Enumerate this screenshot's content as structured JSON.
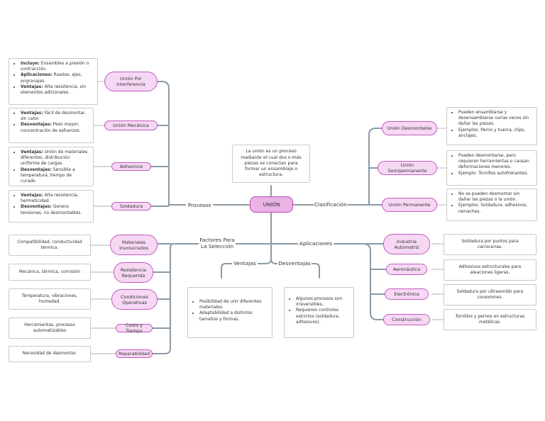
{
  "center": {
    "title": "UNIÓN",
    "definition": "La unión es un proceso mediante el cual dos o más piezas se conectan para formar un ensamblaje o estructura."
  },
  "branches": {
    "procesos": "Procesos",
    "clasificacion": "Clasificación",
    "factores": "Factores Para La Selección",
    "aplicaciones": "Aplicaciones",
    "ventajas": "Ventajas",
    "desventajas": "Desventajas"
  },
  "procesos": [
    {
      "label": "Unión Por Interferencia",
      "notes": [
        [
          "Incluye:",
          " Ensambles a presión o contracción."
        ],
        [
          "Aplicaciones:",
          " Ruedas, ejes, engranajes."
        ],
        [
          "Ventajas:",
          " Alta resistencia, sin elementos adicionales."
        ]
      ]
    },
    {
      "label": "Unión Mecánica",
      "notes": [
        [
          "Ventajas:",
          " Fácil de desmontar, sin calor."
        ],
        [
          "Desventajas:",
          " Peso mayor, concentración de esfuerzos."
        ]
      ]
    },
    {
      "label": "Adhesivos",
      "notes": [
        [
          "Ventajas:",
          " Unión de materiales diferentes, distribución uniforme de cargas."
        ],
        [
          "Desventajas:",
          " Sensible a temperatura, tiempo de curado."
        ]
      ]
    },
    {
      "label": "Soldadura",
      "notes": [
        [
          "Ventajas:",
          " Alta resistencia, hermeticidad."
        ],
        [
          "Desventajas:",
          " Genera tensiones, no desmontables."
        ]
      ]
    }
  ],
  "clasificacion": [
    {
      "label": "Unión Desmontable",
      "notes": [
        "Pueden ensamblarse y desensamblarse varias veces sin dañar las piezas.",
        "Ejemplos: Perno y tuerca, clips, anclajes."
      ]
    },
    {
      "label": "Unión Semipermanente",
      "notes": [
        "Pueden desmontarse, pero requieren herramientas o causan deformaciones menores.",
        "Ejemplo: Tornillos autofrenantes."
      ]
    },
    {
      "label": "Unión Permanente",
      "notes": [
        "No se pueden desmontar sin dañar las piezas o la unión.",
        "Ejemplos: Soldadura, adhesivos, remaches."
      ]
    }
  ],
  "factores": [
    {
      "label": "Materiales Involucrados",
      "note": "Compatibilidad, conductividad térmica."
    },
    {
      "label": "Resistencia Requerida",
      "note": "Mecánica, térmica, corrosión"
    },
    {
      "label": "Condiciones Operativas",
      "note": "Temperatura, vibraciones, humedad."
    },
    {
      "label": "Costo y Tiempo",
      "note": "Herramientas, procesos automatizables"
    },
    {
      "label": "Reparabilidad",
      "note": "Necesidad de desmontar."
    }
  ],
  "aplicaciones": [
    {
      "label": "Industria Automotriz",
      "note": "Soldadura por puntos para carrocerías."
    },
    {
      "label": "Aeronáutica",
      "note": "Adhesivos estructurales para aleaciones ligeras."
    },
    {
      "label": "Electrónica",
      "note": "Soldadura por ultrasonido para conexiones."
    },
    {
      "label": "Construcción",
      "note": "Tornillos y pernos en estructuras metálicas."
    }
  ],
  "ventajas": [
    "Posibilidad de unir diferentes materiales.",
    "Adaptabilidad a distintos tamaños y formas."
  ],
  "desventajas": [
    "Algunos procesos son irreversibles.",
    "Requieren controles estrictos (soldadura, adhesivos)."
  ],
  "colors": {
    "node_fill": "#f6d8f4",
    "node_border": "#c25bc0",
    "center_fill": "#e9b3e5",
    "line": "#8a9aa6"
  }
}
